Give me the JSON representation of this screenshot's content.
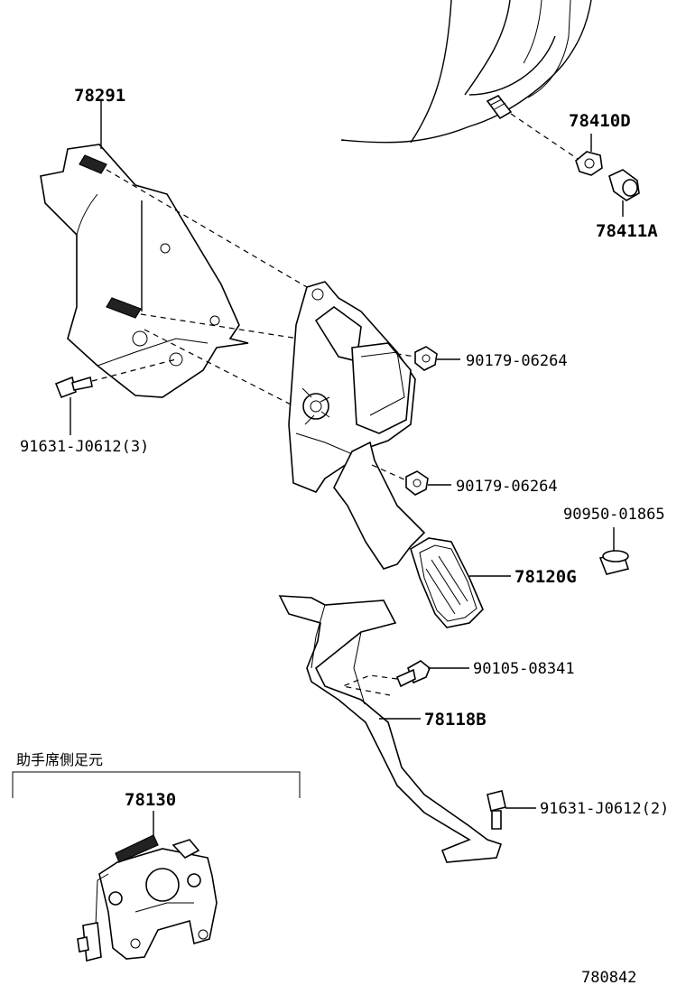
{
  "parts": {
    "p78291": "78291",
    "p78410D": "78410D",
    "p78411A": "78411A",
    "p90179a": "90179-06264",
    "p91631_3": "91631-J0612(3)",
    "p90179b": "90179-06264",
    "p90950": "90950-01865",
    "p78120G": "78120G",
    "p90105": "90105-08341",
    "p78118B": "78118B",
    "p91631_2": "91631-J0612(2)",
    "p78130": "78130"
  },
  "inset_caption": "助手席側足元",
  "diagram_id": "780842"
}
